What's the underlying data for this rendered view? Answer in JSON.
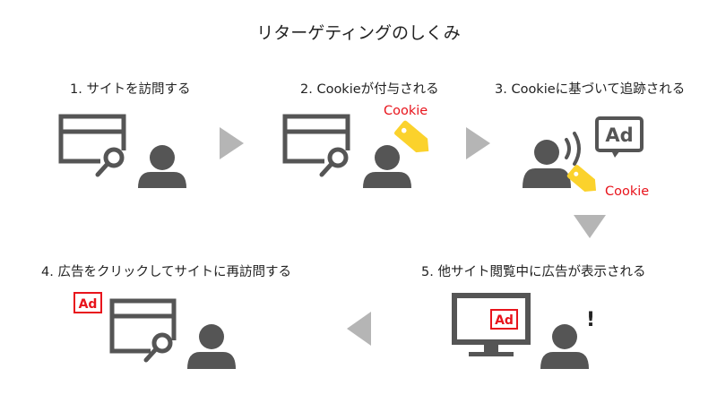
{
  "title": "リターゲティングのしくみ",
  "steps": [
    {
      "label": "1. サイトを訪問する"
    },
    {
      "label": "2. Cookieが付与される",
      "tag": "Cookie"
    },
    {
      "label": "3. Cookieに基づいて追跡される",
      "tag": "Cookie",
      "badge": "Ad"
    },
    {
      "label": "4. 広告をクリックしてサイトに再訪問する",
      "badge": "Ad"
    },
    {
      "label": "5. 他サイト閲覧中に広告が表示される",
      "badge": "Ad",
      "mark": "!"
    }
  ],
  "colors": {
    "icon": "#555555",
    "arrow": "#b5b5b5",
    "cookie_tag": "#fbd22c",
    "cookie_text": "#e8141c",
    "ad_badge": "#e8141c"
  }
}
